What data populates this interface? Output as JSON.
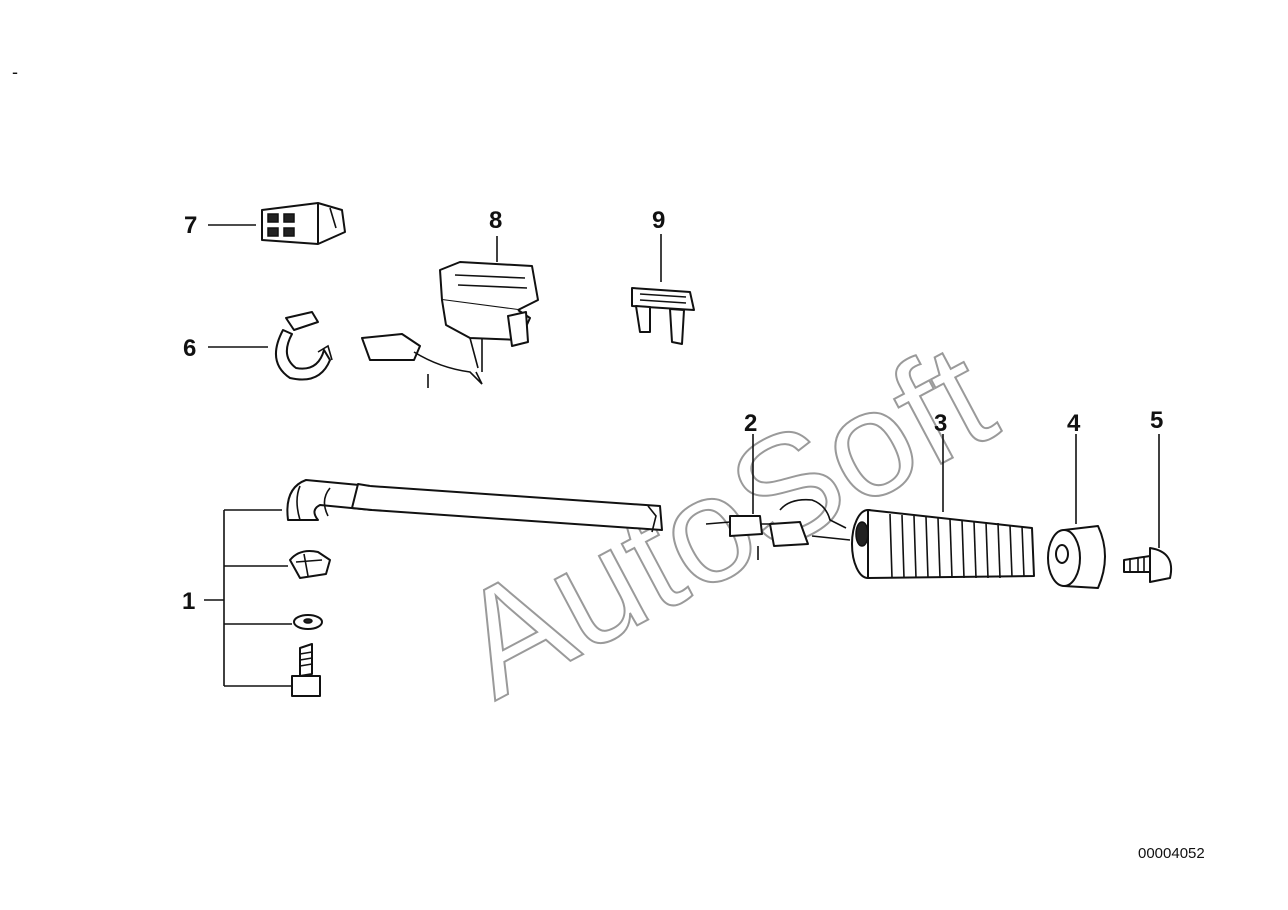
{
  "corner_mark": "-",
  "watermark": "AutoSoft",
  "diagram_number": "00004052",
  "callouts": [
    {
      "id": "1",
      "label": "1"
    },
    {
      "id": "2",
      "label": "2"
    },
    {
      "id": "3",
      "label": "3"
    },
    {
      "id": "4",
      "label": "4"
    },
    {
      "id": "5",
      "label": "5"
    },
    {
      "id": "6",
      "label": "6"
    },
    {
      "id": "7",
      "label": "7"
    },
    {
      "id": "8",
      "label": "8"
    },
    {
      "id": "9",
      "label": "9"
    }
  ]
}
